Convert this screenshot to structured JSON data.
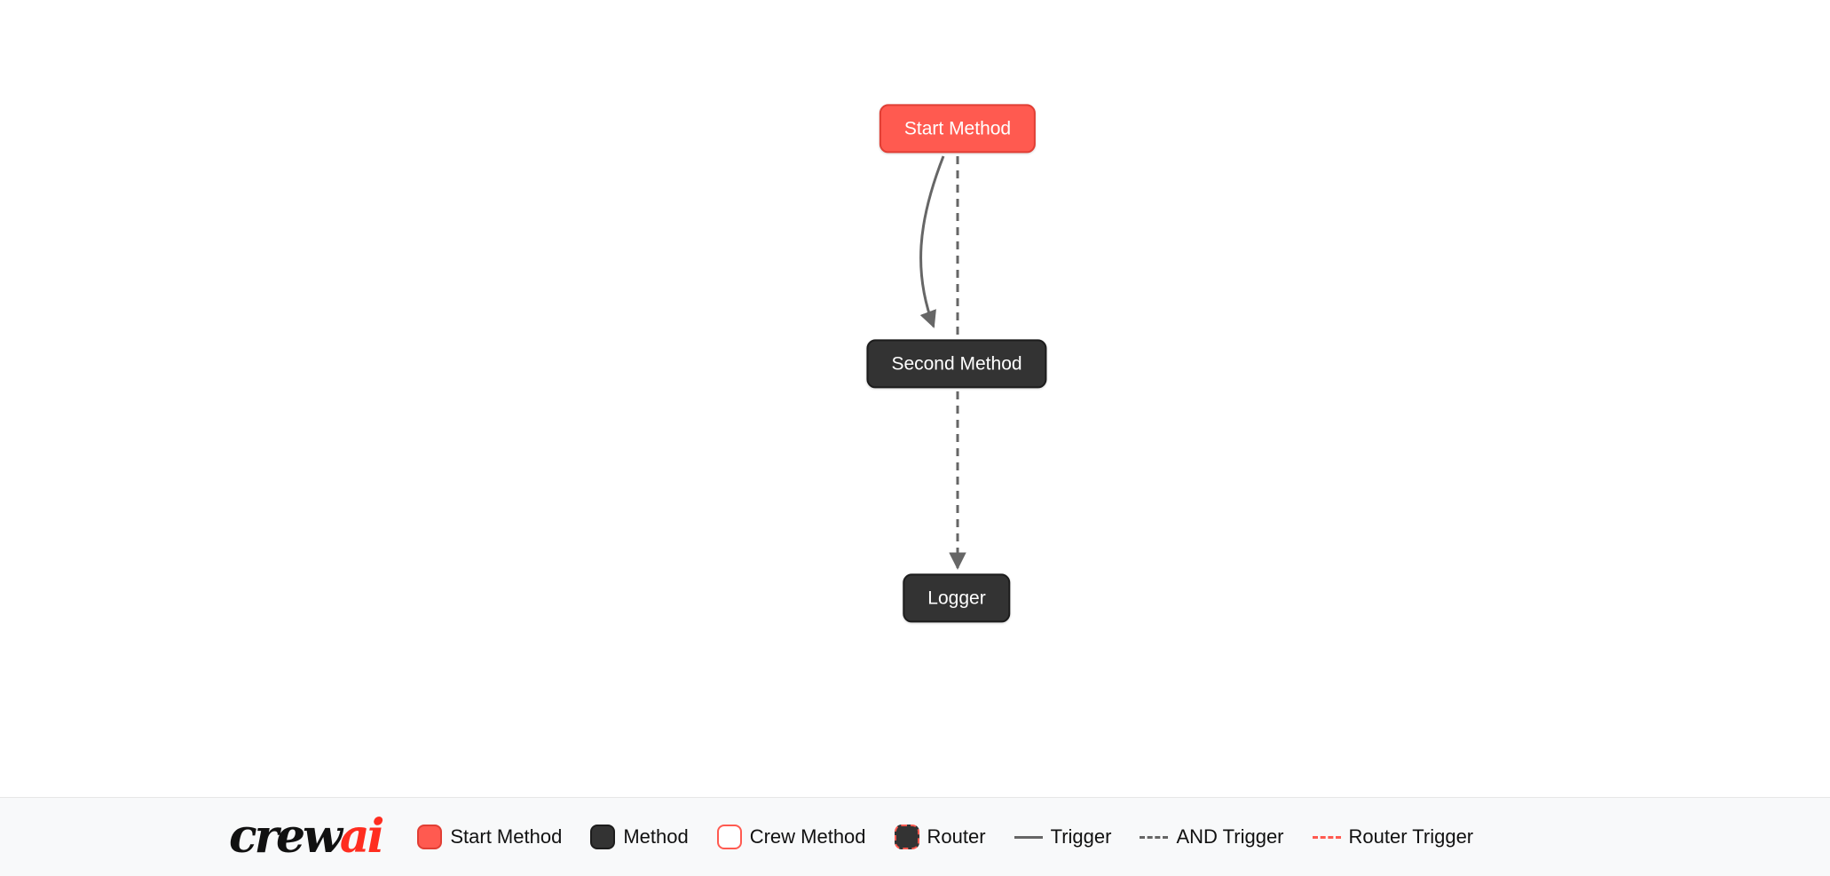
{
  "flow": {
    "nodes": [
      {
        "label": "Start Method",
        "type": "start-method"
      },
      {
        "label": "Second Method",
        "type": "method"
      },
      {
        "label": "Logger",
        "type": "method"
      }
    ],
    "edges": [
      {
        "from": "Start Method",
        "to": "Second Method",
        "type": "trigger",
        "style": "solid-curved-arrow"
      },
      {
        "from": "Start Method",
        "to": "Second Method",
        "type": "and-trigger",
        "style": "dashed"
      },
      {
        "from": "Second Method",
        "to": "Logger",
        "type": "and-trigger",
        "style": "dashed-arrow"
      }
    ]
  },
  "footer": {
    "logo_crew": "crew",
    "logo_ai": "ai",
    "legend": [
      {
        "label": "Start Method",
        "swatch": "start-method-box"
      },
      {
        "label": "Method",
        "swatch": "method-box"
      },
      {
        "label": "Crew Method",
        "swatch": "crew-method-box"
      },
      {
        "label": "Router",
        "swatch": "router-box"
      },
      {
        "label": "Trigger",
        "swatch": "solid-line"
      },
      {
        "label": "AND Trigger",
        "swatch": "dashed-line"
      },
      {
        "label": "Router Trigger",
        "swatch": "red-dashed-line"
      }
    ]
  },
  "colors": {
    "start_method": "#FF5A50",
    "method": "#333333",
    "edge": "#666666",
    "router_trigger": "#FF5A50",
    "canvas_bg": "#FFFFFF",
    "legend_bg": "#F8F9FA"
  }
}
